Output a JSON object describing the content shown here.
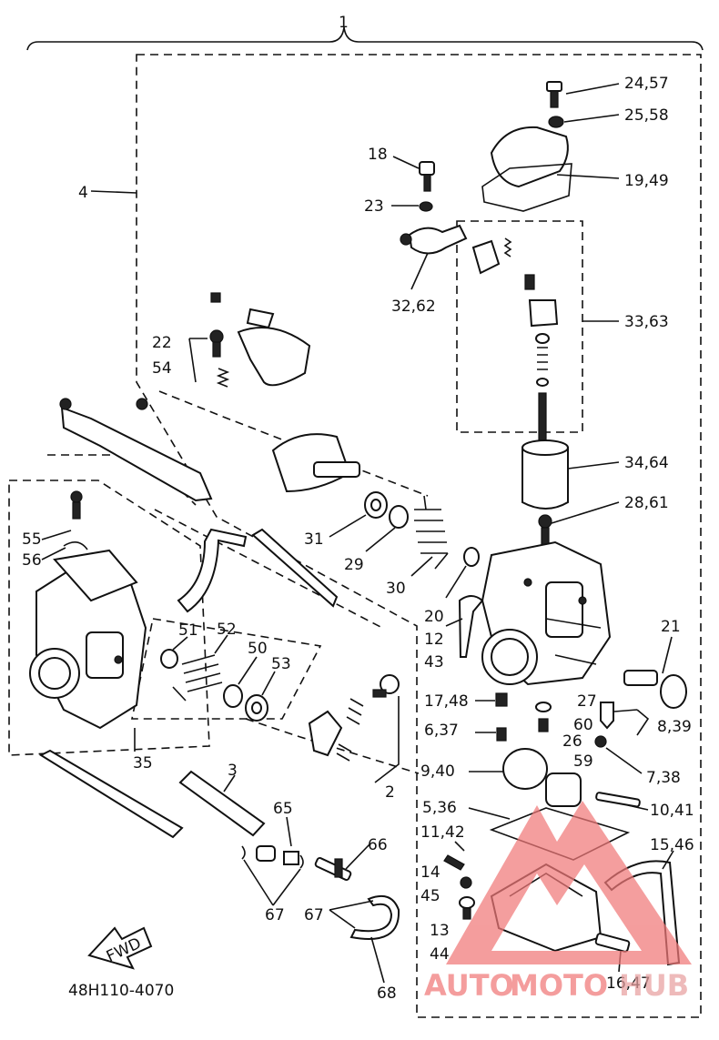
{
  "drawing_id": "48H110-4070",
  "fwd_label": "FWD",
  "watermark": {
    "text_1": "AUTO",
    "text_2": "MOTO",
    "text_3": "HUB",
    "color": "#f07878"
  },
  "labels": {
    "l1": "1",
    "l2": "2",
    "l3": "3",
    "l4": "4",
    "l12_43a": "12",
    "l12_43b": "43",
    "l18": "18",
    "l20": "20",
    "l21": "21",
    "l22_54a": "22",
    "l22_54b": "54",
    "l23": "23",
    "l24_57": "24,57",
    "l25_58": "25,58",
    "l19_49": "19,49",
    "l26": "26",
    "l27": "27",
    "l28_61": "28,61",
    "l29": "29",
    "l30": "30",
    "l31": "31",
    "l32_62": "32,62",
    "l33_63": "33,63",
    "l34_64": "34,64",
    "l35": "35",
    "l50": "50",
    "l51": "51",
    "l52": "52",
    "l53": "53",
    "l55": "55",
    "l56": "56",
    "l59": "59",
    "l60": "60",
    "l65": "65",
    "l66": "66",
    "l67a": "67",
    "l67b": "67",
    "l68": "68",
    "l5_36": "5,36",
    "l6_37": "6,37",
    "l7_38": "7,38",
    "l8_39": "8,39",
    "l9_40": "9,40",
    "l10_41": "10,41",
    "l11_42": "11,42",
    "l13_44a": "13",
    "l13_44b": "44",
    "l14_45a": "14",
    "l14_45b": "45",
    "l15_46": "15,46",
    "l16_47": "16,47",
    "l17_48": "17,48"
  }
}
